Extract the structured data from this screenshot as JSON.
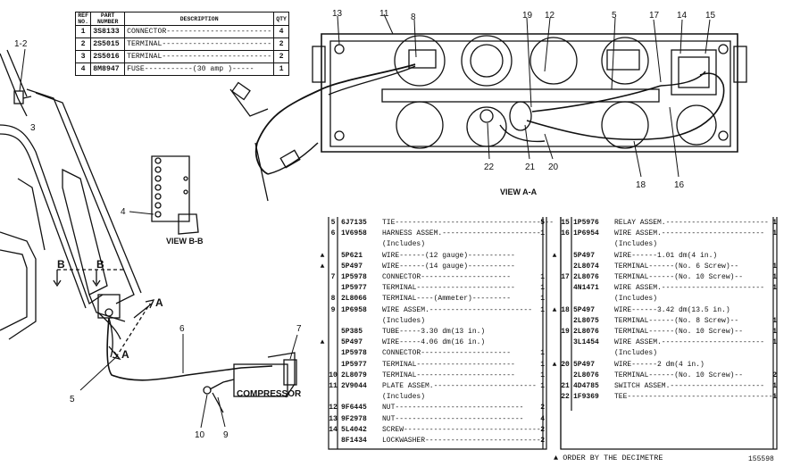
{
  "top_table": {
    "headers": {
      "ref": "REF NO.",
      "part": "PART NUMBER",
      "desc": "DESCRIPTION",
      "qty": "QTY"
    },
    "rows": [
      {
        "ref": "1",
        "part": "3S8133",
        "desc": "CONNECTOR------------------------",
        "qty": "4"
      },
      {
        "ref": "2",
        "part": "2S5015",
        "desc": "TERMINAL-------------------------",
        "qty": "2"
      },
      {
        "ref": "3",
        "part": "2S5016",
        "desc": "TERMINAL-------------------------",
        "qty": "2"
      },
      {
        "ref": "4",
        "part": "8M8947",
        "desc": "FUSE-----------(30 amp )-----",
        "qty": "1"
      }
    ]
  },
  "callouts": {
    "c1_2": "1-2",
    "c3": "3",
    "c4": "4",
    "c5": "5",
    "c6": "6",
    "c7": "7",
    "c9": "9",
    "c10": "10",
    "c11": "11",
    "c12": "12",
    "c13": "13",
    "c8": "8",
    "c19": "19",
    "c5b": "5",
    "c17": "17",
    "c14": "14",
    "c15": "15",
    "c22": "22",
    "c21": "21",
    "c20": "20",
    "c18": "18",
    "c16": "16",
    "A1": "A",
    "A2": "A",
    "B1": "B",
    "B2": "B"
  },
  "labels": {
    "view_aa": "VIEW A-A",
    "view_bb": "VIEW B-B",
    "compressor": "COMPRESSOR",
    "footnote": "▲ ORDER BY THE DECIMETRE",
    "figure_no": "155598"
  },
  "parts_left": [
    {
      "ref": "5",
      "pn": "6J7135",
      "desc": "TIE-------------------------------------",
      "qty": "5"
    },
    {
      "ref": "6",
      "pn": "1V6958",
      "desc": "HARNESS ASSEM.-----------------------",
      "qty": "1"
    },
    {
      "ref": "",
      "pn": "",
      "desc": "  (Includes)",
      "qty": ""
    },
    {
      "ref": "",
      "pn": "5P621",
      "desc": "  WIRE------(12 gauge)-----------",
      "qty": "",
      "mark": "▲"
    },
    {
      "ref": "",
      "pn": "5P497",
      "desc": "  WIRE------(14 gauge)-----------",
      "qty": "",
      "mark": "▲"
    },
    {
      "ref": "7",
      "pn": "1P5978",
      "desc": "  CONNECTOR---------------------",
      "qty": "1"
    },
    {
      "ref": "",
      "pn": "1P5977",
      "desc": "  TERMINAL-----------------------",
      "qty": "1"
    },
    {
      "ref": "8",
      "pn": "2L8066",
      "desc": "  TERMINAL----(Ammeter)---------",
      "qty": "1"
    },
    {
      "ref": "9",
      "pn": "1P6958",
      "desc": "WIRE ASSEM.------------------------",
      "qty": "1"
    },
    {
      "ref": "",
      "pn": "",
      "desc": "  (Includes)",
      "qty": ""
    },
    {
      "ref": "",
      "pn": "5P385",
      "desc": "  TUBE-----3.30 dm(13 in.)",
      "qty": ""
    },
    {
      "ref": "",
      "pn": "5P497",
      "desc": "  WIRE-----4.06 dm(16 in.)",
      "qty": "",
      "mark": "▲"
    },
    {
      "ref": "",
      "pn": "1P5978",
      "desc": "  CONNECTOR---------------------",
      "qty": "1"
    },
    {
      "ref": "",
      "pn": "1P5977",
      "desc": "  TERMINAL-----------------------",
      "qty": "1"
    },
    {
      "ref": "10",
      "pn": "2L8079",
      "desc": "  TERMINAL-----------------------",
      "qty": "1"
    },
    {
      "ref": "11",
      "pn": "2V9044",
      "desc": "PLATE ASSEM.------------------------",
      "qty": "1"
    },
    {
      "ref": "",
      "pn": "",
      "desc": "  (Includes)",
      "qty": ""
    },
    {
      "ref": "12",
      "pn": "9F6445",
      "desc": "  NUT------------------------------",
      "qty": "2"
    },
    {
      "ref": "13",
      "pn": "9F2978",
      "desc": "  NUT------------------------------",
      "qty": "4"
    },
    {
      "ref": "14",
      "pn": "5L4042",
      "desc": "SCREW---------------------------------",
      "qty": "2"
    },
    {
      "ref": "",
      "pn": "8F1434",
      "desc": "LOCKWASHER----------------------------",
      "qty": "2"
    }
  ],
  "parts_right": [
    {
      "ref": "15",
      "pn": "1P5976",
      "desc": "RELAY ASSEM.------------------------",
      "qty": "1"
    },
    {
      "ref": "16",
      "pn": "1P6954",
      "desc": "WIRE ASSEM.------------------------",
      "qty": "1"
    },
    {
      "ref": "",
      "pn": "",
      "desc": "  (Includes)",
      "qty": ""
    },
    {
      "ref": "",
      "pn": "5P497",
      "desc": "  WIRE------1.01 dm(4 in.)",
      "qty": "",
      "mark": "▲"
    },
    {
      "ref": "",
      "pn": "2L8074",
      "desc": "  TERMINAL------(No. 6 Screw)--",
      "qty": "1"
    },
    {
      "ref": "17",
      "pn": "2L8076",
      "desc": "  TERMINAL------(No. 10 Screw)--",
      "qty": "1"
    },
    {
      "ref": "",
      "pn": "4N1471",
      "desc": "WIRE ASSEM.------------------------",
      "qty": "1"
    },
    {
      "ref": "",
      "pn": "",
      "desc": "  (Includes)",
      "qty": ""
    },
    {
      "ref": "18",
      "pn": "5P497",
      "desc": "  WIRE------3.42 dm(13.5 in.)",
      "qty": "",
      "mark": "▲"
    },
    {
      "ref": "",
      "pn": "2L8075",
      "desc": "  TERMINAL------(No. 8 Screw)--",
      "qty": "1"
    },
    {
      "ref": "19",
      "pn": "2L8076",
      "desc": "  TERMINAL------(No. 10 Screw)--",
      "qty": "1"
    },
    {
      "ref": "",
      "pn": "3L1454",
      "desc": "WIRE ASSEM.------------------------",
      "qty": "1"
    },
    {
      "ref": "",
      "pn": "",
      "desc": "  (Includes)",
      "qty": ""
    },
    {
      "ref": "20",
      "pn": "5P497",
      "desc": "  WIRE------2 dm(4 in.)",
      "qty": "",
      "mark": "▲"
    },
    {
      "ref": "",
      "pn": "2L8076",
      "desc": "  TERMINAL------(No. 10 Screw)--",
      "qty": "2"
    },
    {
      "ref": "21",
      "pn": "4D4785",
      "desc": "SWITCH ASSEM.----------------------",
      "qty": "1"
    },
    {
      "ref": "22",
      "pn": "1F9369",
      "desc": "TEE-----------------------------------",
      "qty": "1"
    }
  ]
}
